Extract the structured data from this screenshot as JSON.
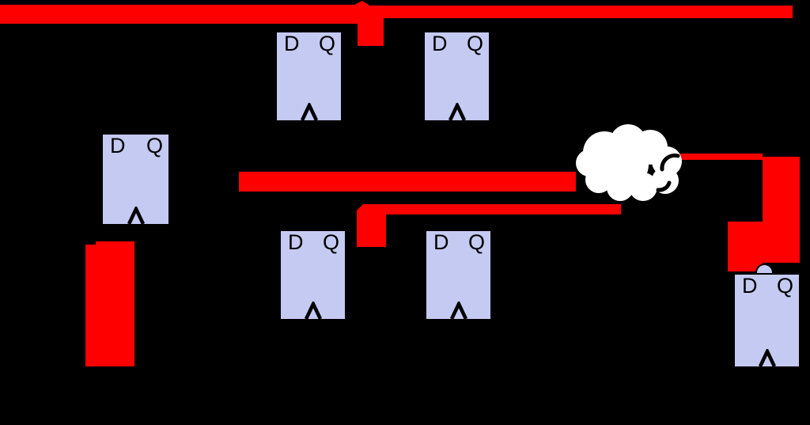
{
  "diagram": {
    "kind": "sequential-circuit-with-clock-highlights",
    "background_color": "#000000",
    "colors": {
      "highlight_red": "#ff0000",
      "flipflop_fill": "#c5caf2",
      "flipflop_border": "#000000",
      "label_color": "#000000",
      "cloud_fill": "#ffffff"
    },
    "flip_flops": [
      {
        "name": "top-left",
        "d_label": "D",
        "q_label": "Q",
        "clock_bubble": false
      },
      {
        "name": "top-right",
        "d_label": "D",
        "q_label": "Q",
        "clock_bubble": false
      },
      {
        "name": "middle-left",
        "d_label": "D",
        "q_label": "Q",
        "clock_bubble": false
      },
      {
        "name": "bottom-left",
        "d_label": "D",
        "q_label": "Q",
        "clock_bubble": false
      },
      {
        "name": "bottom-middle",
        "d_label": "D",
        "q_label": "Q",
        "clock_bubble": false
      },
      {
        "name": "far-right",
        "d_label": "D",
        "q_label": "Q",
        "clock_bubble": true
      }
    ],
    "cloud": {
      "name": "combinational-logic-cloud"
    },
    "highlight_segments": [
      "top-clock-trunk",
      "top-branch-arrow-tip",
      "top-branch-stub",
      "top-right-clock-wire",
      "middle-wire-into-cloud",
      "lower-l-wire",
      "cloud-output-wire",
      "right-vertical-trunk",
      "right-step-down",
      "left-vertical-bar"
    ]
  }
}
